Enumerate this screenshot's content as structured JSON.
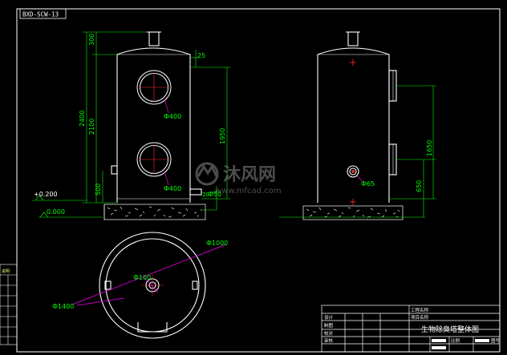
{
  "drawing": {
    "code": "BXD-SCW-13",
    "colors": {
      "background": "#000000",
      "outline": "#ffffff",
      "dimension": "#00ff00",
      "leader": "#ff00ff",
      "hatch": "#c8c8c8",
      "watermark": "#8a8a8a",
      "center": "#ff3030"
    }
  },
  "front_view": {
    "dims": {
      "top_nozzle": "300",
      "total_height": "2400",
      "shell_height": "2100",
      "lower": "500",
      "head_offset": "25",
      "port_spacing": "1950",
      "port_upper": "Ф400",
      "port_lower": "Ф400",
      "bottom_pipe": "Ф50",
      "bottom_gap": "20"
    },
    "levels": {
      "top": "+0.200",
      "ground": "0.000"
    }
  },
  "side_view": {
    "dims": {
      "upper_span": "1650",
      "lower_span": "650",
      "drain": "Ф65"
    }
  },
  "plan_view": {
    "dims": {
      "inner": "Ф1000",
      "center": "Ф100",
      "outer": "Ф1400"
    }
  },
  "watermark": {
    "title": "沐风网",
    "url": "www.mfcad.com"
  },
  "title_block": {
    "drawing_title": "生物除臭塔整体图",
    "top_labels": [
      "工程名称",
      "项目名称"
    ],
    "left_labels": [
      "设计",
      "制图",
      "校对",
      "审核"
    ],
    "scale_label": "比例",
    "sheet_label": "图号"
  },
  "left_strip": {
    "labels": [
      "说明"
    ]
  }
}
